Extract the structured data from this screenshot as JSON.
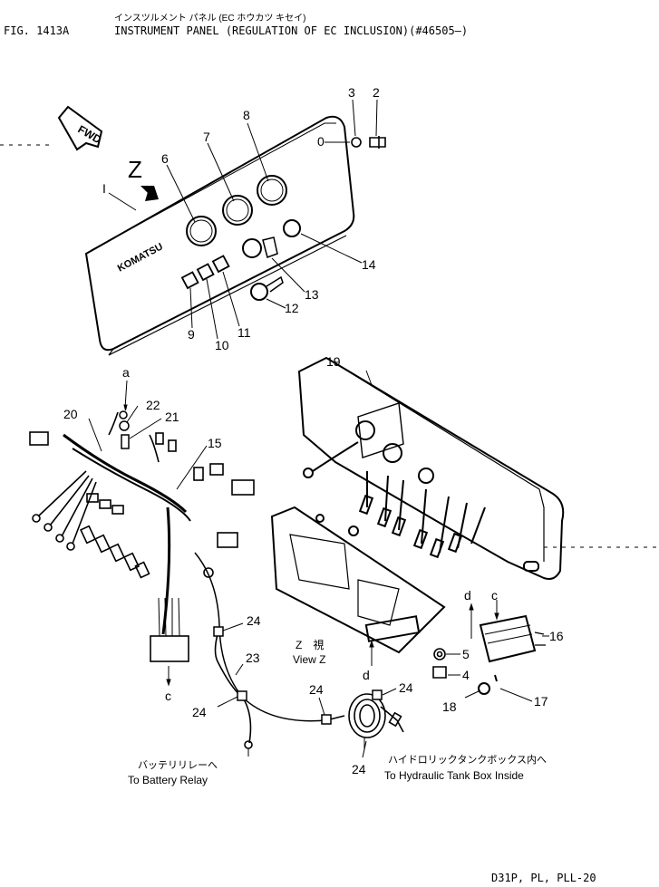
{
  "header": {
    "fig_number": "FIG. 1413A",
    "title_jp": "インスツルメント パネル (EC ホウカツ キセイ)",
    "title_en": "INSTRUMENT PANEL (REGULATION OF EC INCLUSION)(#46505—)"
  },
  "panel": {
    "brand": "KOMATSU",
    "fwd_label": "FWD",
    "view_marker": "Z"
  },
  "callouts": {
    "p0": "0",
    "p1": "I",
    "p2": "2",
    "p3": "3",
    "p4": "4",
    "p5": "5",
    "p6": "6",
    "p7": "7",
    "p8": "8",
    "p9": "9",
    "p10": "10",
    "p11": "11",
    "p12": "12",
    "p13": "13",
    "p14": "14",
    "p15": "15",
    "p16": "16",
    "p17": "17",
    "p18": "18",
    "p19": "19",
    "p20": "20",
    "p21": "21",
    "p22": "22",
    "p23": "23",
    "p24": "24",
    "ref_a": "a",
    "ref_c": "c",
    "ref_d": "d"
  },
  "view_label": {
    "jp": "Z　視",
    "en": "View Z"
  },
  "notes": {
    "battery_jp": "バッテリリレーへ",
    "battery_en": "To Battery Relay",
    "hydraulic_jp": "ハイドロリックタンクボックス内へ",
    "hydraulic_en": "To Hydraulic Tank Box Inside"
  },
  "footer": {
    "model": "D31P, PL, PLL-20"
  }
}
